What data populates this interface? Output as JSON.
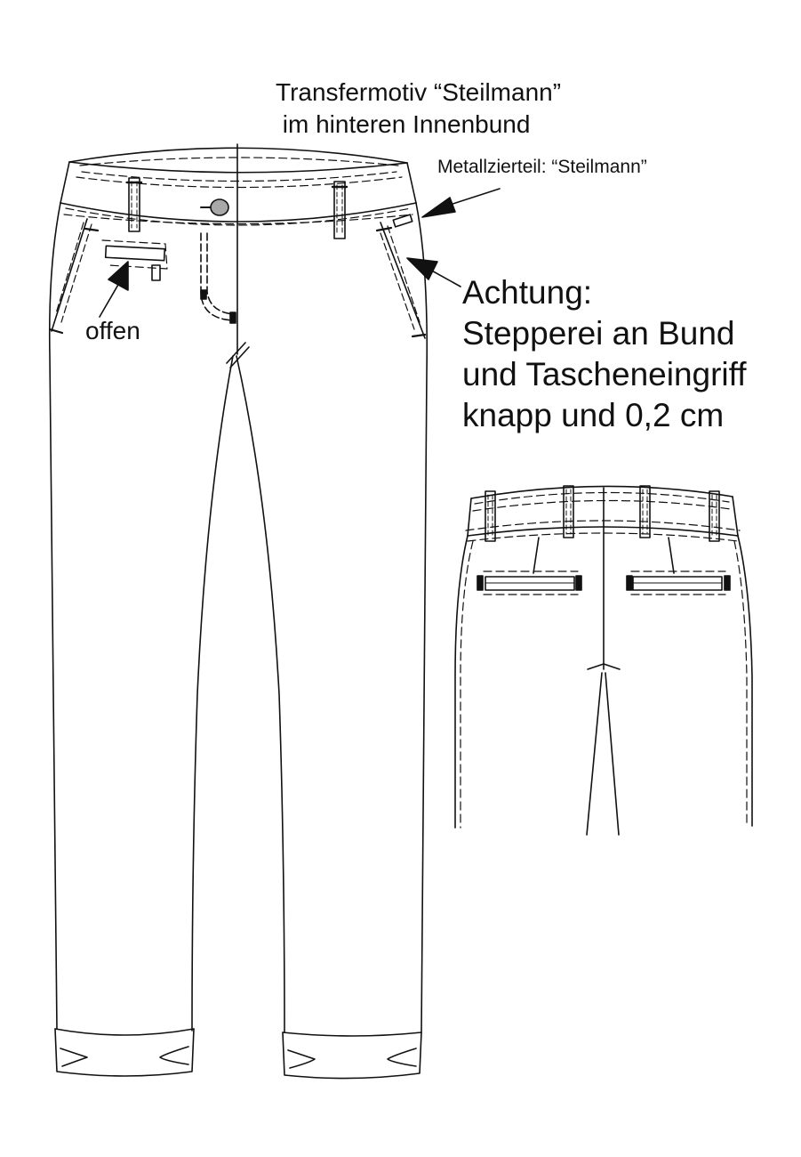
{
  "labels": {
    "transfer_line1": "Transfermotiv “Steilmann”",
    "transfer_line2": " im hinteren Innenbund",
    "metall": "Metallzierteil: “Steilmann”",
    "offen": "offen",
    "achtung_line1": "Achtung:",
    "achtung_line2": "Stepperei an Bund",
    "achtung_line3": "und Tascheneingriff",
    "achtung_line4": "knapp und 0,2 cm"
  },
  "colors": {
    "stroke": "#111111",
    "button_fill": "#a8a8a8",
    "background": "#ffffff"
  }
}
